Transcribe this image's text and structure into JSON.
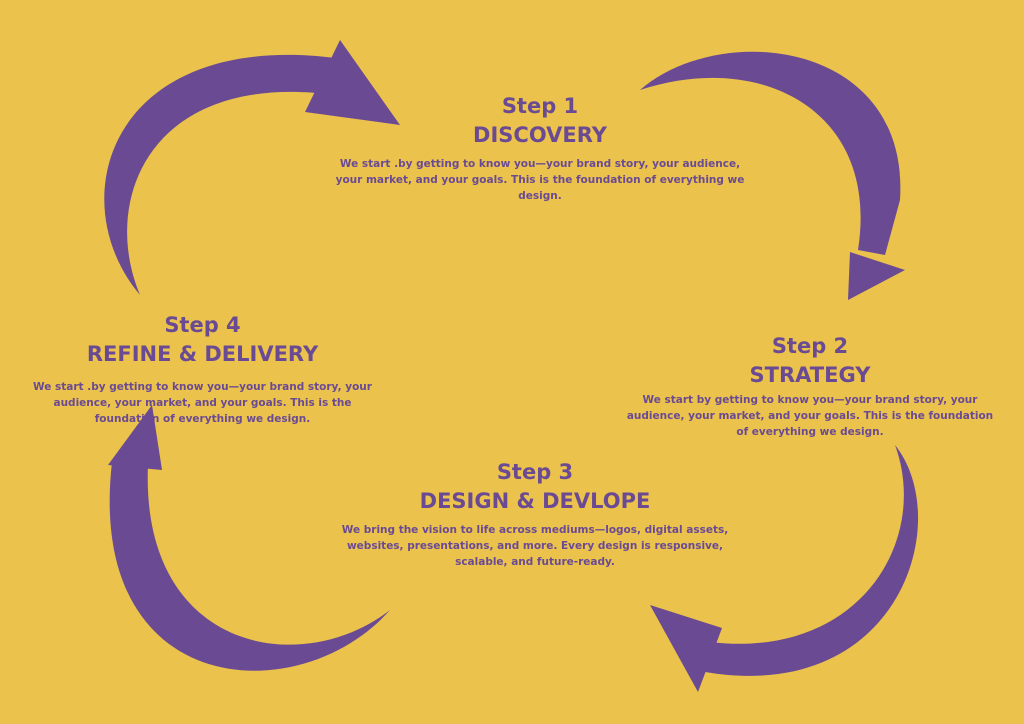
{
  "colors": {
    "background": "#EAC24C",
    "accent": "#6B4A94"
  },
  "steps": [
    {
      "num": "Step 1",
      "title": "DISCOVERY",
      "desc": "We start .by getting to know you—your brand story, your audience, your market, and your goals. This is the foundation of everything we design."
    },
    {
      "num": "Step 2",
      "title": "STRATEGY",
      "desc": "We start by getting to know you—your brand story, your audience, your market, and your goals. This is the foundation of everything we design."
    },
    {
      "num": "Step 3",
      "title": "DESIGN & DEVLOPE",
      "desc": "We bring the vision to life across mediums—logos, digital assets, websites, presentations, and more. Every design is responsive, scalable, and future-ready."
    },
    {
      "num": "Step 4",
      "title": "REFINE & DELIVERY",
      "desc": "We start .by getting to know you—your brand story, your audience, your market, and your goals. This is the foundation of everything we design."
    }
  ]
}
